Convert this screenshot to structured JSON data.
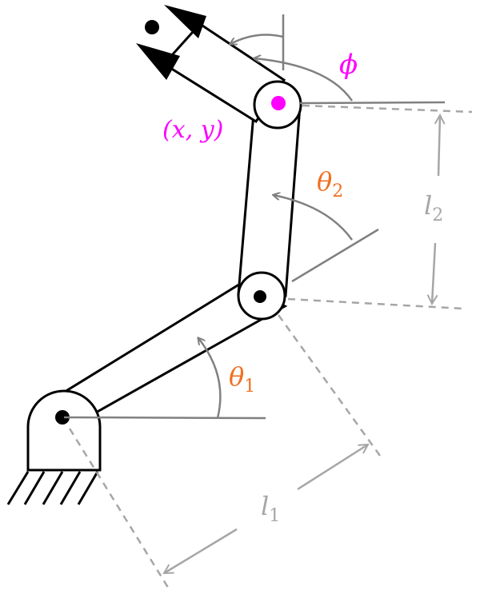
{
  "labels": {
    "phi": "ϕ",
    "point": "(x, y)",
    "theta1": "θ",
    "theta1_sub": "1",
    "theta2": "θ",
    "theta2_sub": "2",
    "l1": "l",
    "l1_sub": "1",
    "l2": "l",
    "l2_sub": "2"
  },
  "colors": {
    "link_stroke": "#000000",
    "angle_arc": "#808080",
    "dimension": "#a6a6a6",
    "angle_label": "#f07020",
    "point": "#ff00ff",
    "dim_label": "#a6a6a6"
  }
}
